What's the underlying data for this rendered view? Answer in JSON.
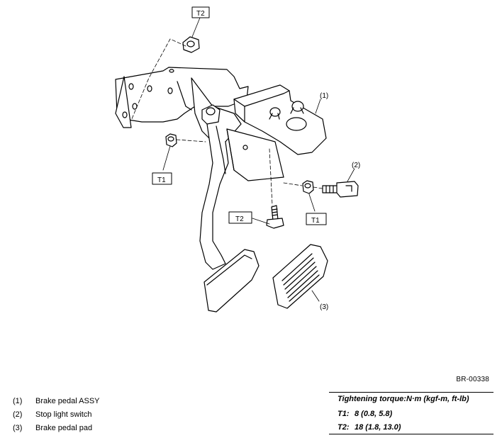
{
  "figure_id": "BR-00338",
  "callouts": {
    "c1": "(1)",
    "c2": "(2)",
    "c3": "(3)",
    "t2_top": "T2",
    "t1_left": "T1",
    "t2_bottom": "T2",
    "t1_right": "T1"
  },
  "legend": [
    {
      "num": "(1)",
      "label": "Brake pedal ASSY"
    },
    {
      "num": "(2)",
      "label": "Stop light switch"
    },
    {
      "num": "(3)",
      "label": "Brake pedal pad"
    }
  ],
  "torque": {
    "header": "Tightening torque:N·m (kgf-m, ft-lb)",
    "rows": [
      {
        "label": "T1:",
        "value": "8 (0.8, 5.8)"
      },
      {
        "label": "T2:",
        "value": "18 (1.8, 13.0)"
      }
    ]
  }
}
